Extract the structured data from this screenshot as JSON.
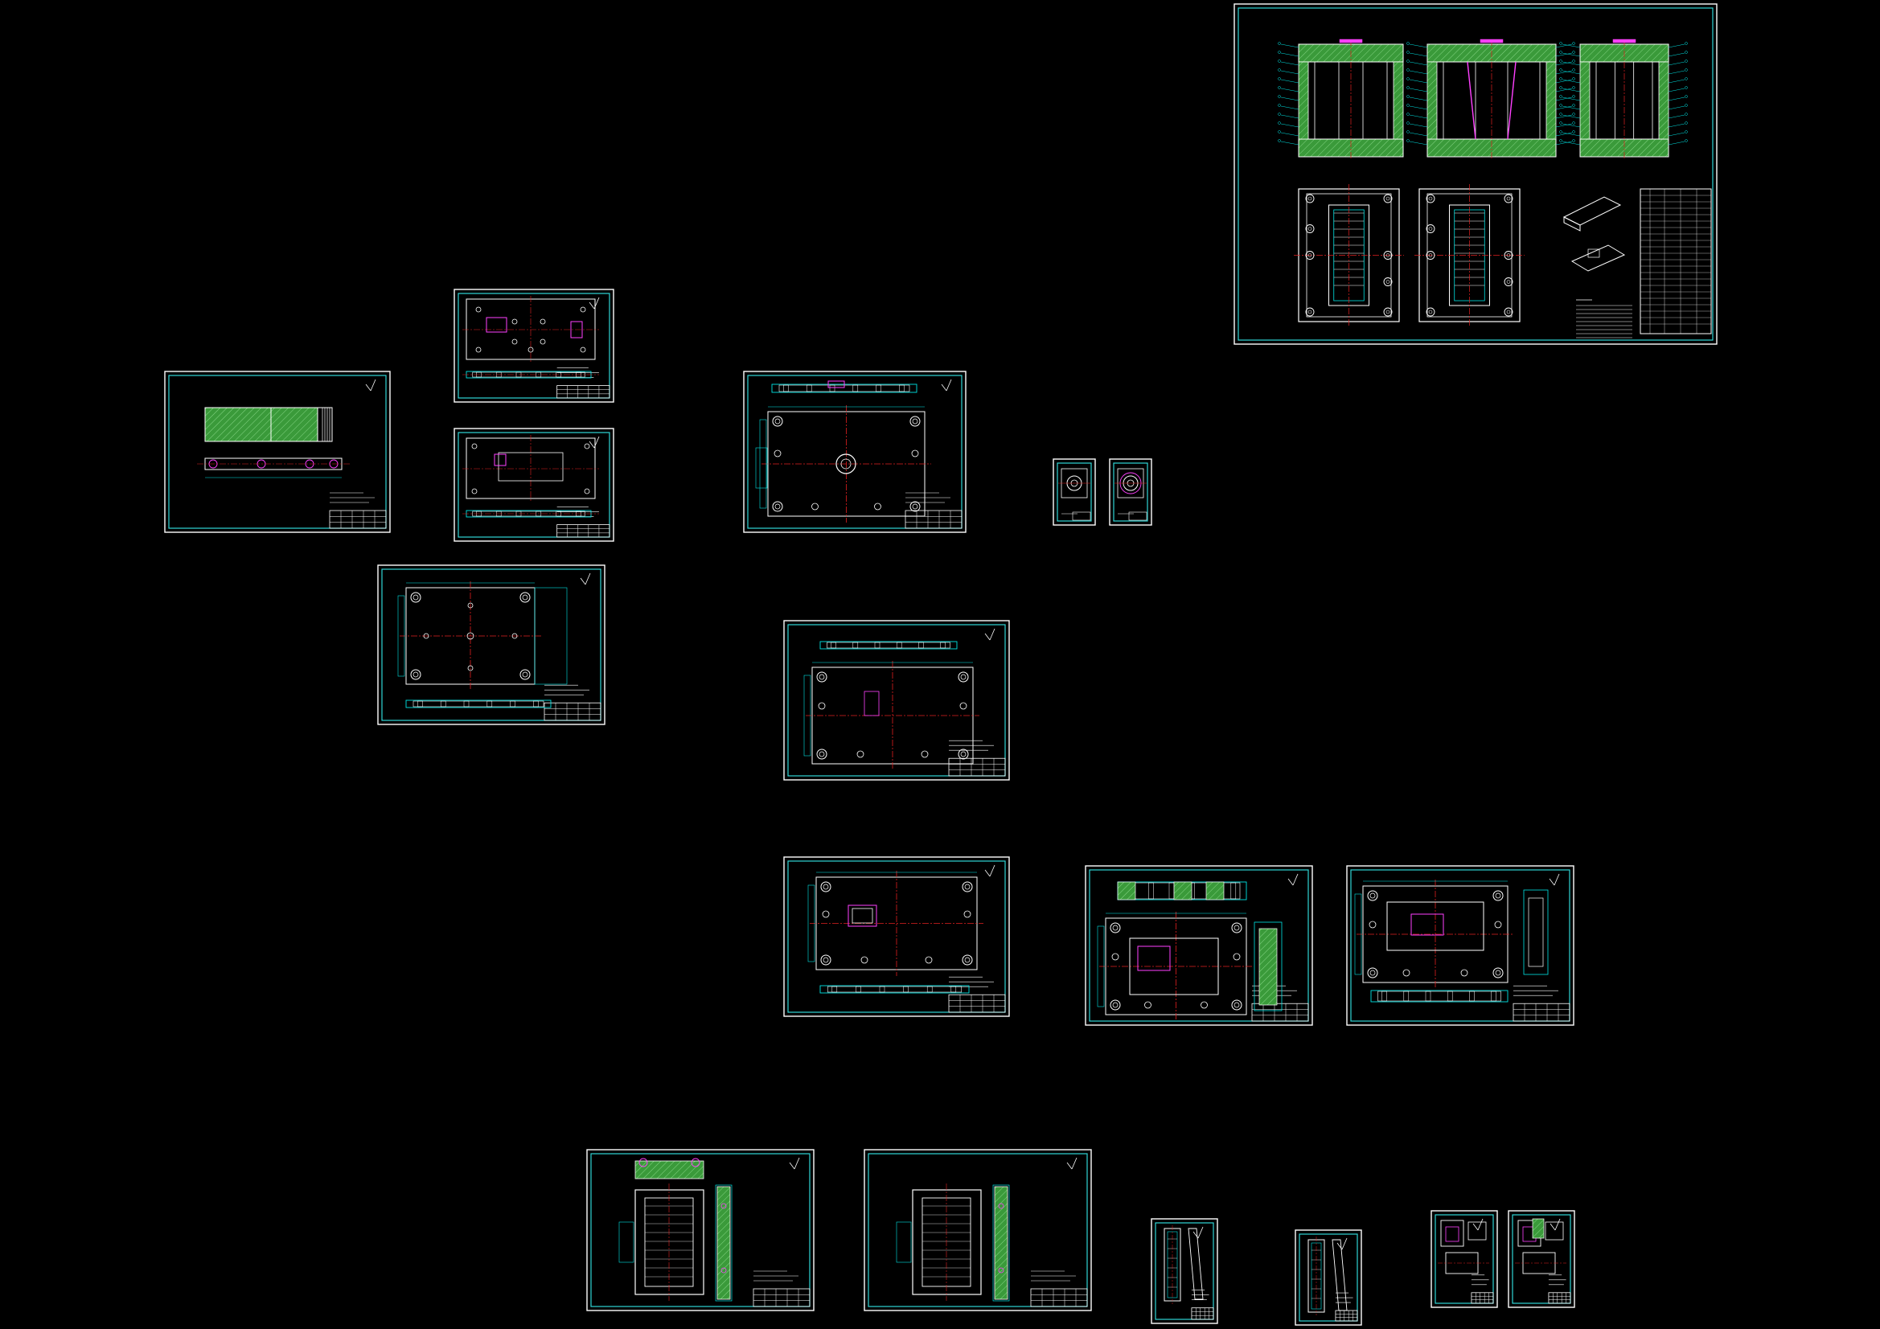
{
  "app": {
    "view": "CAD model space"
  },
  "colors": {
    "background": "#000000",
    "frame": "#ffffff",
    "border": "#2fd6d6",
    "hatch": "#3a9a3a",
    "hatch_line": "#b8ffb8",
    "center_line": "#e02020",
    "dim": "#00e5e5",
    "accent": "#ff40ff",
    "yellow": "#e6e600"
  },
  "icons": {
    "sheet": "drawing-sheet-icon",
    "roughness": "surface-roughness-icon"
  },
  "drawings": [
    {
      "id": "assembly-drawing",
      "kind": "assembly"
    },
    {
      "id": "plate-hatched",
      "kind": "hatch-plate"
    },
    {
      "id": "plate-small-a",
      "kind": "plate-top"
    },
    {
      "id": "plate-small-b",
      "kind": "plate-top2"
    },
    {
      "id": "plate-holes-a",
      "kind": "plate-holes"
    },
    {
      "id": "plate-sprue",
      "kind": "plate-sprue"
    },
    {
      "id": "part-tiny-a",
      "kind": "tiny"
    },
    {
      "id": "part-tiny-b",
      "kind": "tiny2"
    },
    {
      "id": "plate-mid-a",
      "kind": "plate-mid"
    },
    {
      "id": "plate-mid-b",
      "kind": "plate-mid2"
    },
    {
      "id": "cavity-plate",
      "kind": "cavity"
    },
    {
      "id": "core-plate",
      "kind": "core"
    },
    {
      "id": "slide-part-a",
      "kind": "slide"
    },
    {
      "id": "slide-part-b",
      "kind": "slide2"
    },
    {
      "id": "insert-a",
      "kind": "insert"
    },
    {
      "id": "insert-b",
      "kind": "insert2"
    },
    {
      "id": "detail-a",
      "kind": "detail"
    },
    {
      "id": "detail-b",
      "kind": "detail2"
    }
  ]
}
